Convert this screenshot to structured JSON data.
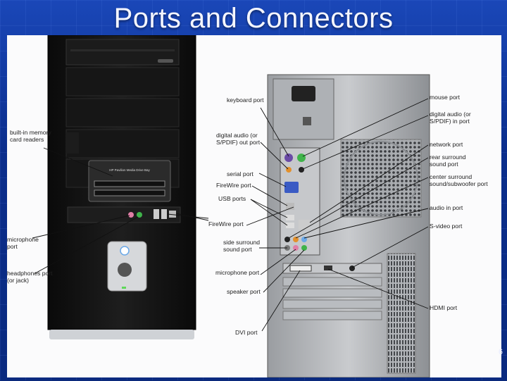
{
  "slide": {
    "title": "Ports and Connectors",
    "page_number": "6"
  },
  "front_panel": {
    "memory_card_reader_text": "HP Pavilion Media Drive Bay",
    "labels": {
      "built_in_memory_card_readers": "built-in memory card readers",
      "microphone_port": "microphone port",
      "headphones_port": "headphones port (or jack)",
      "firewire_port_front": "FireWire port",
      "usb_ports": "USB ports"
    }
  },
  "back_panel": {
    "labels_left": {
      "keyboard_port": "keyboard port",
      "digital_audio_out": "digital audio (or S/PDIF) out port",
      "serial_port": "serial port",
      "firewire_port": "FireWire port",
      "side_surround": "side surround sound port",
      "microphone_port": "microphone port",
      "speaker_port": "speaker port",
      "dvi_port": "DVI port"
    },
    "labels_right": {
      "mouse_port": "mouse port",
      "digital_audio_in": "digital audio (or S/PDIF) in port",
      "network_port": "network port",
      "rear_surround": "rear surround sound port",
      "center_surround": "center surround sound/subwoofer port",
      "audio_in": "audio in port",
      "s_video": "S-video port",
      "hdmi_port": "HDMI port"
    }
  },
  "colors": {
    "slide_blue": "#0b2e8c",
    "tower_black": "#141414",
    "case_silver": "#b9bcc0",
    "port_green": "#3fb34a",
    "port_purple": "#6a4aa6",
    "port_pink": "#e07ea6",
    "port_orange": "#e3902c",
    "port_blue": "#3a5bc4"
  }
}
